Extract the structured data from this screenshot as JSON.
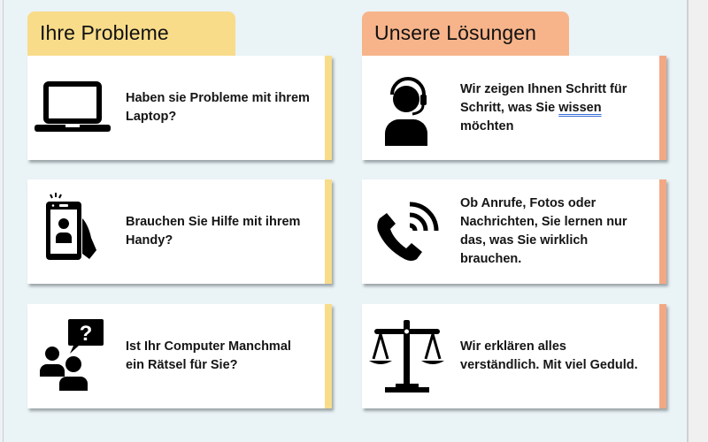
{
  "colors": {
    "background": "#EAF3F6",
    "problems_accent": "#F8DC8A",
    "solutions_accent": "#F7B48A",
    "text": "#151515",
    "spellcheck_underline": "#3A6FD8"
  },
  "problems": {
    "title": "Ihre Probleme",
    "items": [
      {
        "icon": "laptop-icon",
        "text": "Haben sie Probleme mit ihrem Laptop?"
      },
      {
        "icon": "smartphone-user-icon",
        "text": "Brauchen Sie Hilfe mit ihrem Handy?"
      },
      {
        "icon": "people-question-icon",
        "text": "Ist Ihr Computer Manchmal ein Rätsel für Sie?"
      }
    ]
  },
  "solutions": {
    "title": "Unsere Lösungen",
    "items": [
      {
        "icon": "support-headset-icon",
        "text_before": "Wir zeigen Ihnen Schritt für Schritt, was Sie ",
        "text_marked": "wissen",
        "text_after": " möchten"
      },
      {
        "icon": "phone-call-icon",
        "text": "Ob Anrufe, Fotos oder Nachrichten, Sie lernen nur das, was Sie wirklich brauchen."
      },
      {
        "icon": "scales-icon",
        "text": "Wir erklären alles verständlich. Mit viel Geduld."
      }
    ]
  }
}
